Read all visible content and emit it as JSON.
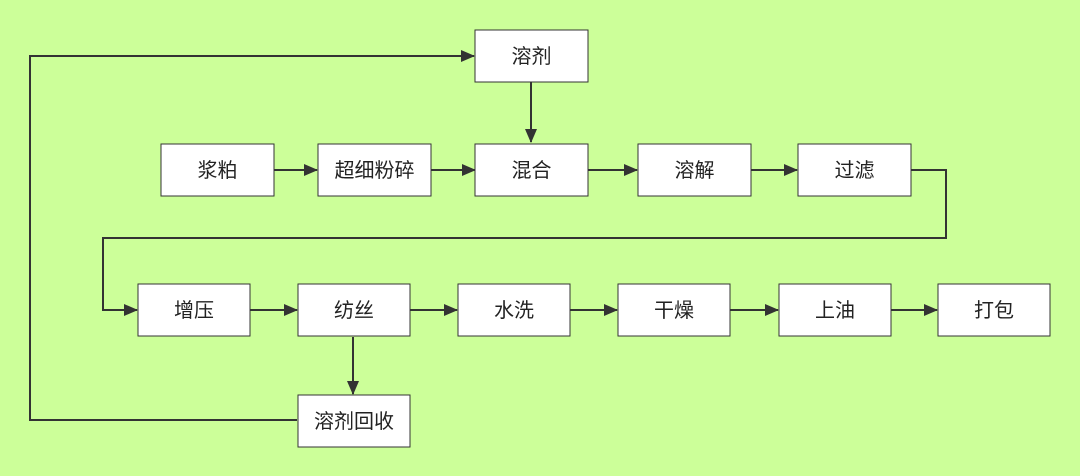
{
  "diagram": {
    "type": "process-flowchart",
    "background_color": "#ccff99",
    "box_fill_color": "#ffffff",
    "line_color": "#333333",
    "nodes": {
      "solvent": "溶剂",
      "pulp": "浆粕",
      "ultrafine_grinding": "超细粉碎",
      "mixing": "混合",
      "dissolving": "溶解",
      "filtering": "过滤",
      "pressurizing": "增压",
      "spinning": "纺丝",
      "washing": "水洗",
      "drying": "干燥",
      "oiling": "上油",
      "packing": "打包",
      "solvent_recovery": "溶剂回收"
    },
    "edges": [
      {
        "from": "solvent",
        "to": "mixing"
      },
      {
        "from": "pulp",
        "to": "ultrafine_grinding"
      },
      {
        "from": "ultrafine_grinding",
        "to": "mixing"
      },
      {
        "from": "mixing",
        "to": "dissolving"
      },
      {
        "from": "dissolving",
        "to": "filtering"
      },
      {
        "from": "filtering",
        "to": "pressurizing"
      },
      {
        "from": "pressurizing",
        "to": "spinning"
      },
      {
        "from": "spinning",
        "to": "washing"
      },
      {
        "from": "washing",
        "to": "drying"
      },
      {
        "from": "drying",
        "to": "oiling"
      },
      {
        "from": "oiling",
        "to": "packing"
      },
      {
        "from": "spinning",
        "to": "solvent_recovery"
      },
      {
        "from": "solvent_recovery",
        "to": "solvent"
      }
    ]
  }
}
